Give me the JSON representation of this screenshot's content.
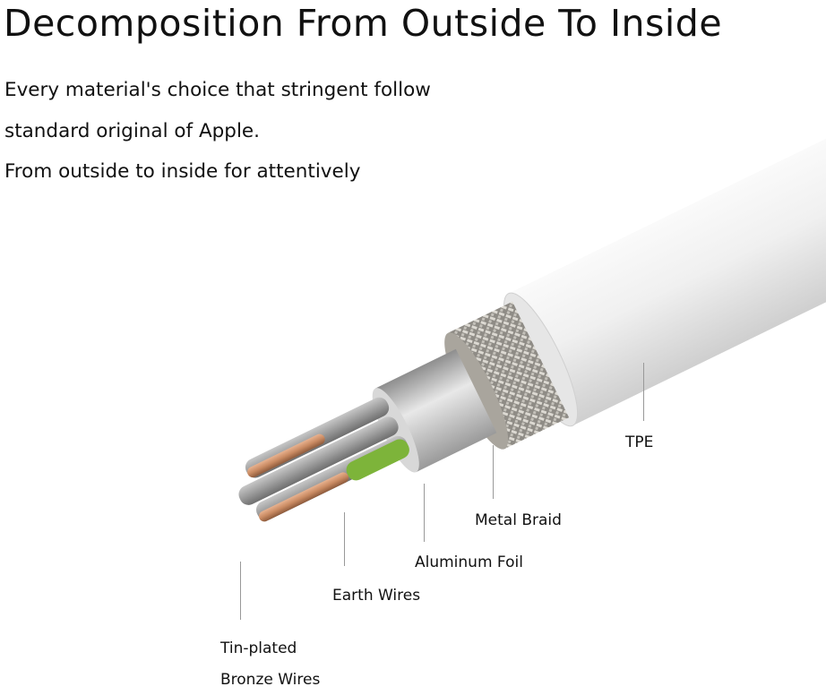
{
  "title": "Decomposition From Outside To Inside",
  "intro_lines": [
    "Every material's choice that stringent follow",
    "standard original of  Apple.",
    "From outside to inside for attentively"
  ],
  "labels": {
    "tpe": "TPE",
    "metal_braid": "Metal Braid",
    "aluminum_foil": "Aluminum Foil",
    "earth_wires": "Earth Wires",
    "bronze_line1": "Tin-plated",
    "bronze_line2": "Bronze Wires"
  },
  "colors": {
    "jacket": "#eeeeee",
    "braid": "#b8b5ae",
    "foil": "#c9c9c9",
    "copper": "#c98a62",
    "earth": "#7db43a"
  }
}
